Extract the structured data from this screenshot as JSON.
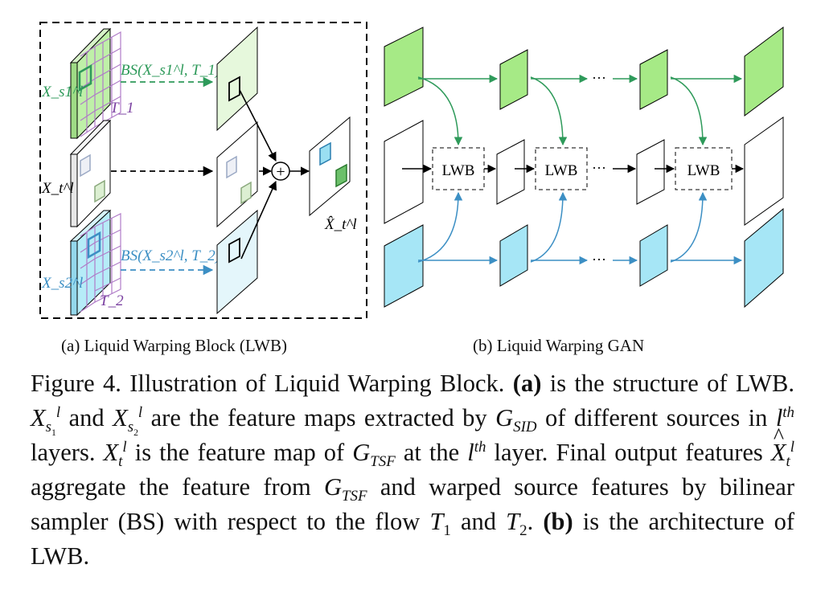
{
  "panel_a": {
    "input_top": "X_s1^l",
    "input_mid": "X_t^l",
    "input_bot": "X_s2^l",
    "bs_top": "BS(X_s1^l, T_1)",
    "bs_bot": "BS(X_s2^l, T_2)",
    "flow_top": "T_1",
    "flow_bot": "T_2",
    "output": "X̂_t^l",
    "plus": "+"
  },
  "panel_b": {
    "block_label": "LWB",
    "ellipsis": "···"
  },
  "captions": {
    "a": "(a) Liquid Warping Block (LWB)",
    "b": "(b) Liquid Warping GAN"
  },
  "figure_caption": {
    "lead": "Figure 4. Illustration of Liquid Warping Block.",
    "a_tag": "(a)",
    "t1": " is the structure of LWB.",
    "t2": " and ",
    "t3": " are the feature maps extracted by ",
    "g_sid": "G",
    "g_sid_sub": "SID",
    "t4": " of different sources in ",
    "l": "l",
    "th": "th",
    "t5": " layers. ",
    "t6": " is the feature map of ",
    "g_tsf": "G",
    "g_tsf_sub": "TSF",
    "t7": " at the ",
    "t8": " layer. Final output features ",
    "t9": " aggregate the feature from ",
    "t10": " and warped source features by bilinear sampler (BS) with respect to the flow ",
    "T": "T",
    "one": "1",
    "two": "2",
    "t11": " and ",
    "t12": ". ",
    "b_tag": "(b)",
    "t13": " is the architecture of LWB."
  },
  "colors": {
    "green_fill": "#bff0a8",
    "green_light": "#e6f8dc",
    "green_line": "#2e9a5a",
    "blue_fill": "#b6ecf8",
    "blue_light": "#e4f6fb",
    "blue_line": "#3c8fc4",
    "grid_purple": "#b07cc8"
  }
}
